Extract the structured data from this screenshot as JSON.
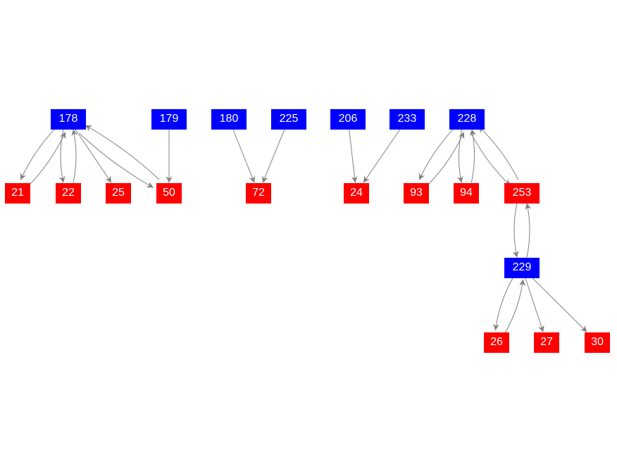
{
  "colors": {
    "source": "#0000ff",
    "target": "#ff0000",
    "edge": "#808080"
  },
  "nodes": [
    {
      "id": "178",
      "type": "source"
    },
    {
      "id": "179",
      "type": "source"
    },
    {
      "id": "180",
      "type": "source"
    },
    {
      "id": "225",
      "type": "source"
    },
    {
      "id": "206",
      "type": "source"
    },
    {
      "id": "233",
      "type": "source"
    },
    {
      "id": "228",
      "type": "source"
    },
    {
      "id": "21",
      "type": "target"
    },
    {
      "id": "22",
      "type": "target"
    },
    {
      "id": "25",
      "type": "target"
    },
    {
      "id": "50",
      "type": "target"
    },
    {
      "id": "72",
      "type": "target"
    },
    {
      "id": "24",
      "type": "target"
    },
    {
      "id": "93",
      "type": "target"
    },
    {
      "id": "94",
      "type": "target"
    },
    {
      "id": "253",
      "type": "target"
    },
    {
      "id": "229",
      "type": "source"
    },
    {
      "id": "26",
      "type": "target"
    },
    {
      "id": "27",
      "type": "target"
    },
    {
      "id": "30",
      "type": "target"
    }
  ],
  "edges": [
    [
      "178",
      "21"
    ],
    [
      "21",
      "178"
    ],
    [
      "178",
      "22"
    ],
    [
      "22",
      "178"
    ],
    [
      "178",
      "25"
    ],
    [
      "178",
      "50"
    ],
    [
      "50",
      "178"
    ],
    [
      "179",
      "50"
    ],
    [
      "180",
      "72"
    ],
    [
      "225",
      "72"
    ],
    [
      "206",
      "24"
    ],
    [
      "233",
      "24"
    ],
    [
      "228",
      "93"
    ],
    [
      "93",
      "228"
    ],
    [
      "228",
      "94"
    ],
    [
      "94",
      "228"
    ],
    [
      "228",
      "253"
    ],
    [
      "253",
      "228"
    ],
    [
      "253",
      "229"
    ],
    [
      "229",
      "253"
    ],
    [
      "229",
      "26"
    ],
    [
      "26",
      "229"
    ],
    [
      "229",
      "27"
    ],
    [
      "229",
      "30"
    ]
  ]
}
